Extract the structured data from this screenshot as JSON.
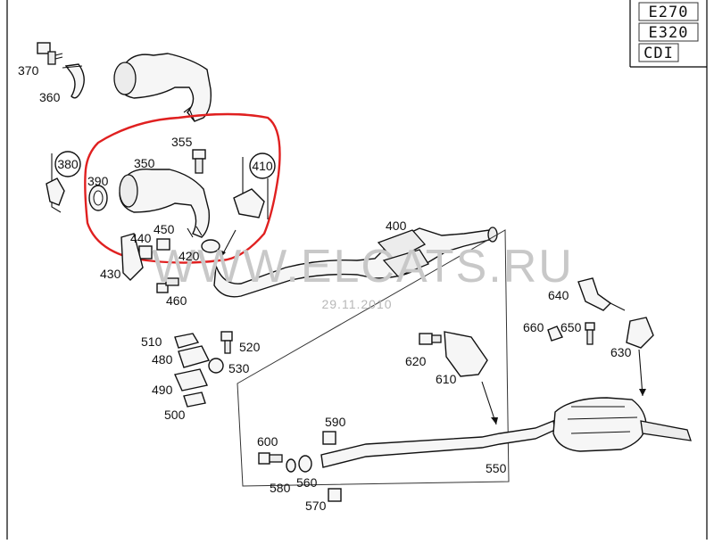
{
  "model_codes": [
    "E270",
    "E320",
    "CDI"
  ],
  "watermark": "WWW.ELCATS.RU",
  "date": "29.11.2010",
  "labels": {
    "p370": "370",
    "p360": "360",
    "p355": "355",
    "p350": "350",
    "p380": "380",
    "p390": "390",
    "p410": "410",
    "p450": "450",
    "p440": "440",
    "p420": "420",
    "p430": "430",
    "p460": "460",
    "p400": "400",
    "p640": "640",
    "p660": "660",
    "p650": "650",
    "p630": "630",
    "p510": "510",
    "p520": "520",
    "p480": "480",
    "p530": "530",
    "p490": "490",
    "p500": "500",
    "p620": "620",
    "p610": "610",
    "p590": "590",
    "p600": "600",
    "p550": "550",
    "p580": "580",
    "p560": "560",
    "p570": "570"
  },
  "highlight_color": "#e02020"
}
